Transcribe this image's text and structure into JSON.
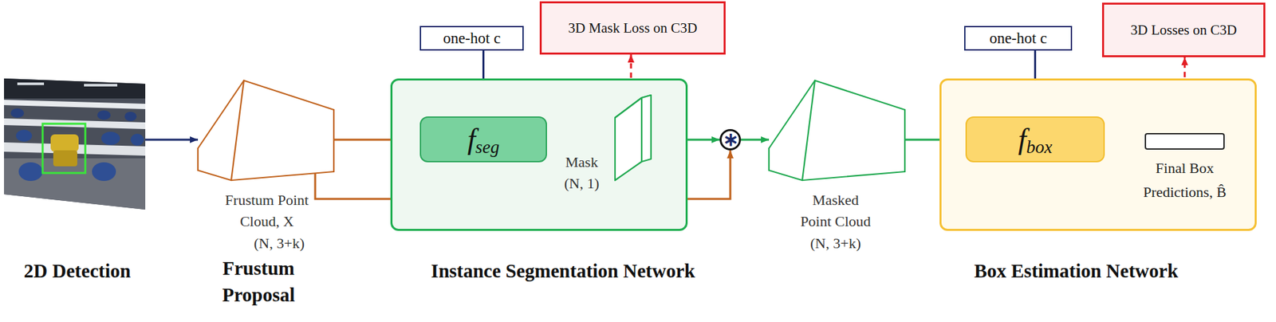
{
  "diagram": {
    "nodes": [
      {
        "text": [
          "2D Detection"
        ]
      },
      {
        "text": [
          "Frustum Point Cloud, X",
          "(N, 3+k)",
          "Frustum Proposal"
        ]
      },
      {
        "text": [
          "Instance Segmentation Network"
        ]
      },
      {
        "text": [
          "one-hot c"
        ]
      },
      {
        "text": [
          "f",
          "seg"
        ],
        "in": 2
      },
      {
        "text": [
          "Mask (N, 1)"
        ],
        "in": 2
      },
      {
        "text": [
          "3D Mask Loss on C3D"
        ]
      },
      {
        "text": [
          "∗"
        ]
      },
      {
        "text": [
          "Masked Point Cloud",
          "(N, 3+k)"
        ]
      },
      {
        "text": [
          "Box Estimation Network"
        ]
      },
      {
        "text": [
          "one-hot c"
        ]
      },
      {
        "text": [
          "f",
          "box"
        ],
        "in": 9
      },
      {
        "text": [
          "Final Box Predictions, B̂"
        ],
        "in": 9
      },
      {
        "text": [
          "3D Losses on C3D"
        ]
      }
    ],
    "edges": [
      {
        "from": 0,
        "to": 1,
        "arrow": "to"
      },
      {
        "from": 1,
        "to": 4,
        "arrow": "to"
      },
      {
        "from": 1,
        "to": 7,
        "arrow": "to"
      },
      {
        "from": 3,
        "to": 4,
        "arrow": "to"
      },
      {
        "from": 4,
        "to": 5,
        "arrow": "to"
      },
      {
        "from": 5,
        "to": 6,
        "arrow": "to"
      },
      {
        "from": 5,
        "to": 7,
        "arrow": "to"
      },
      {
        "from": 7,
        "to": 8,
        "arrow": "to"
      },
      {
        "from": 8,
        "to": 11,
        "arrow": "to"
      },
      {
        "from": 10,
        "to": 11,
        "arrow": "to"
      },
      {
        "from": 11,
        "to": 12,
        "arrow": "to"
      },
      {
        "from": 12,
        "to": 13,
        "arrow": "to"
      }
    ]
  }
}
